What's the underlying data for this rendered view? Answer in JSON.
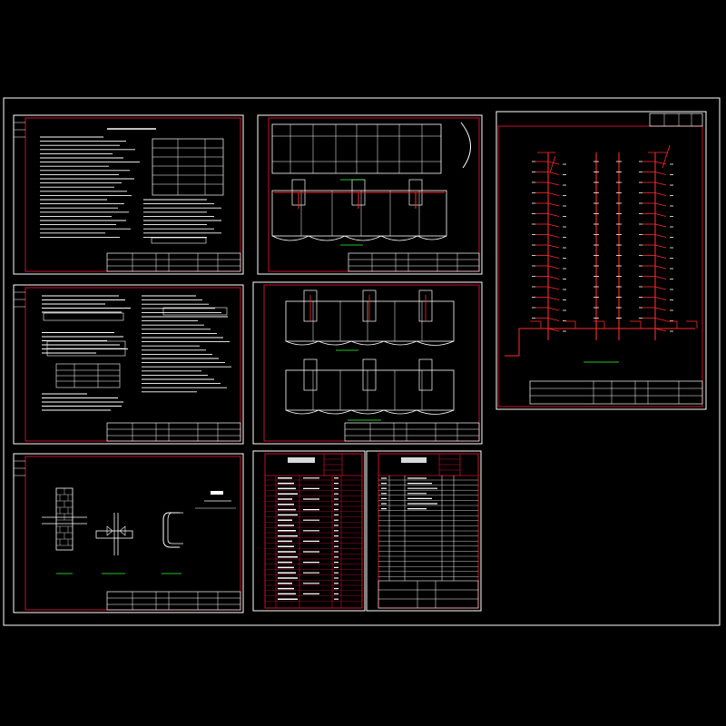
{
  "drawing_set": {
    "sheets": [
      {
        "id": "design-notes-1",
        "kind": "text-notes"
      },
      {
        "id": "floor-plans-1",
        "kind": "floor-plans"
      },
      {
        "id": "riser-diagram",
        "kind": "system-riser"
      },
      {
        "id": "design-notes-2",
        "kind": "text-notes"
      },
      {
        "id": "floor-plans-2",
        "kind": "floor-plans"
      },
      {
        "id": "construction-details",
        "kind": "details"
      },
      {
        "id": "material-schedule",
        "kind": "schedule"
      },
      {
        "id": "drawing-index",
        "kind": "schedule"
      }
    ]
  },
  "colors": {
    "background": "#000000",
    "frame_border": "#ffffff",
    "sheet_border": "#c8102e",
    "linework": "#ffffff",
    "annotation": "#e8e8e8",
    "pipe": "#ff2a2a",
    "title_block_line": "#ffffff"
  }
}
